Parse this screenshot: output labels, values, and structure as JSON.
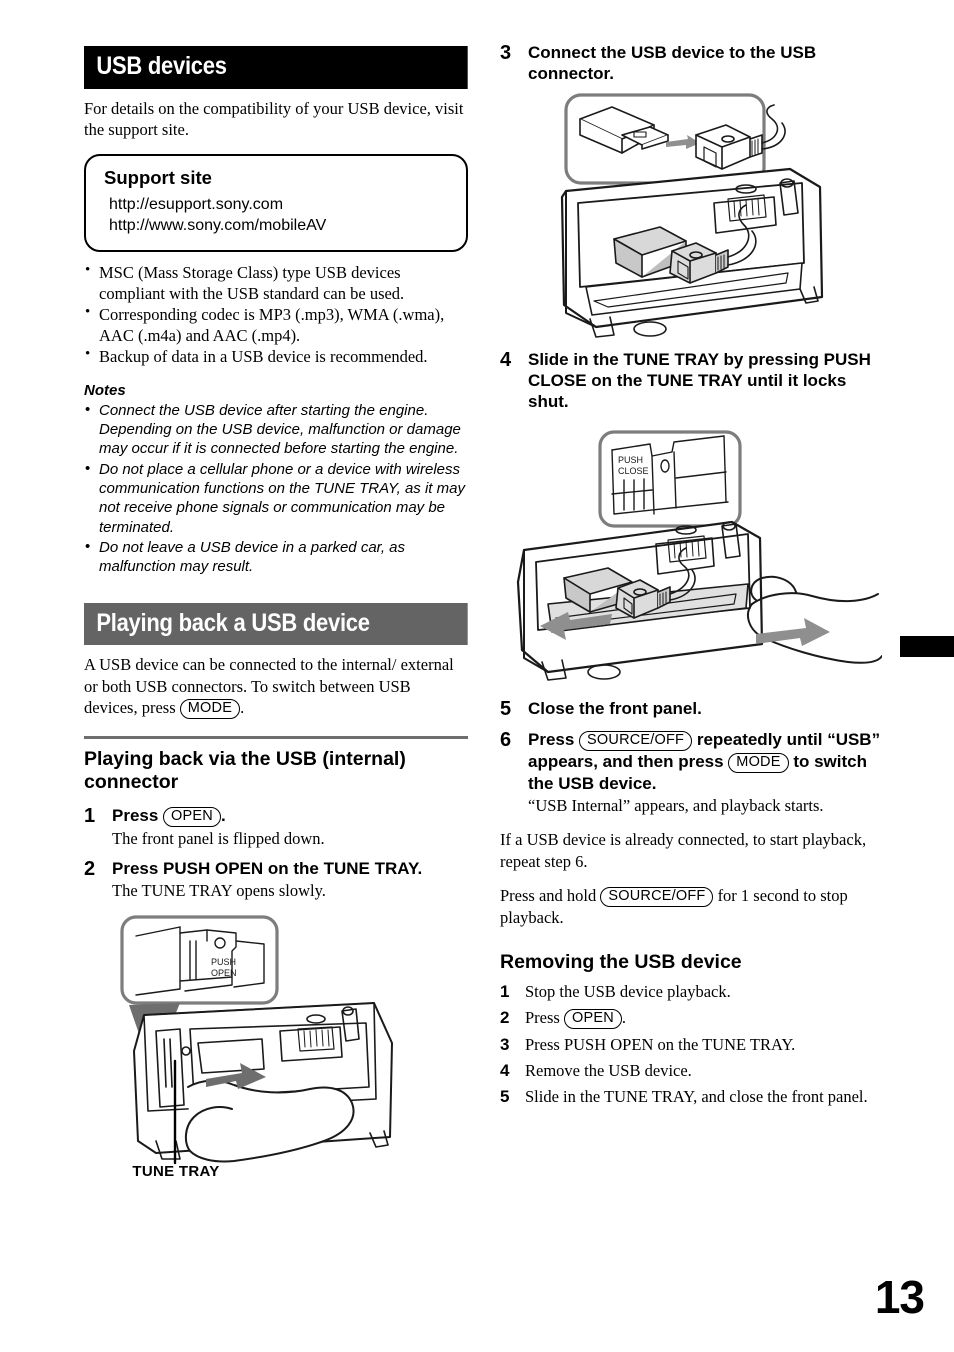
{
  "page": {
    "number": "13",
    "edge_tab_color": "#000000"
  },
  "left_column": {
    "section1": {
      "banner": "USB devices",
      "banner_bg": "#000000",
      "intro": "For details on the compatibility of your USB device, visit the support site.",
      "support_box": {
        "title": "Support site",
        "urls": [
          "http://esupport.sony.com",
          "http://www.sony.com/mobileAV"
        ]
      },
      "bullets": [
        "MSC (Mass Storage Class) type USB devices compliant with the USB standard can be used.",
        "Corresponding codec is MP3 (.mp3), WMA (.wma), AAC (.m4a) and AAC (.mp4).",
        "Backup of data in a USB device is recommended."
      ],
      "notes_heading": "Notes",
      "notes": [
        "Connect the USB device after starting the engine. Depending on the USB device, malfunction or damage may occur if it is connected before starting the engine.",
        "Do not place a cellular phone or a device with wireless communication functions on the TUNE TRAY, as it may not receive phone signals or communication may be terminated.",
        "Do not leave a USB device in a parked car, as malfunction may result."
      ]
    },
    "section2": {
      "banner": "Playing back a USB device",
      "banner_bg": "#646464",
      "intro_a": "A USB device can be connected to the internal/ external or both USB connectors. To switch between USB devices, press ",
      "intro_key": "MODE",
      "intro_b": ".",
      "subheading": "Playing back via the USB (internal) connector",
      "step1": {
        "num": "1",
        "head_a": "Press ",
        "head_key": "OPEN",
        "head_b": ".",
        "sub": "The front panel is flipped down."
      },
      "step2": {
        "num": "2",
        "head": "Press PUSH OPEN on the TUNE TRAY.",
        "sub": "The TUNE TRAY opens slowly."
      },
      "figure": {
        "callout_line1": "PUSH",
        "callout_line2": "OPEN",
        "caption": "TUNE TRAY"
      }
    }
  },
  "right_column": {
    "step3": {
      "num": "3",
      "head": "Connect the USB device to the USB connector."
    },
    "step4": {
      "num": "4",
      "head": "Slide in the TUNE TRAY by pressing PUSH CLOSE on the TUNE TRAY until it locks shut.",
      "callout_line1": "PUSH",
      "callout_line2": "CLOSE"
    },
    "step5": {
      "num": "5",
      "head": "Close the front panel."
    },
    "step6": {
      "num": "6",
      "head_a": "Press ",
      "head_key1": "SOURCE/OFF",
      "head_b": " repeatedly until “USB” appears, and then press ",
      "head_key2": "MODE",
      "head_c": " to switch the USB device.",
      "sub": "“USB Internal” appears, and playback starts."
    },
    "note_repeat": "If a USB device is already connected, to start playback, repeat step 6.",
    "note_hold_a": "Press and hold ",
    "note_hold_key": "SOURCE/OFF",
    "note_hold_b": " for 1 second to stop playback.",
    "removing": {
      "heading": "Removing the USB device",
      "steps": [
        {
          "num": "1",
          "text": "Stop the USB device playback.",
          "key": null
        },
        {
          "num": "2",
          "text_a": "Press ",
          "key": "OPEN",
          "text_b": "."
        },
        {
          "num": "3",
          "text": "Press PUSH OPEN on the TUNE TRAY.",
          "key": null
        },
        {
          "num": "4",
          "text": "Remove the USB device.",
          "key": null
        },
        {
          "num": "5",
          "text": "Slide in the TUNE TRAY, and close the front panel.",
          "key": null
        }
      ]
    }
  }
}
